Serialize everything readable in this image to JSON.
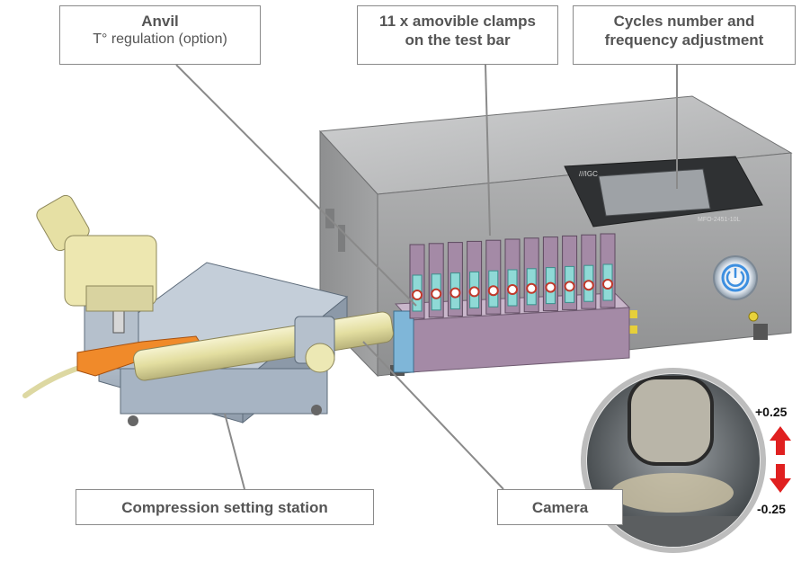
{
  "callouts": {
    "anvil": {
      "title": "Anvil",
      "subtitle": "T° regulation (option)"
    },
    "clamps": {
      "line1": "11 x amovible clamps",
      "line2": "on the test bar"
    },
    "cycles": {
      "line1": "Cycles  number and",
      "line2": "frequency adjustment"
    },
    "compression": {
      "label": "Compression setting station"
    },
    "camera": {
      "label": "Camera"
    }
  },
  "scale": {
    "plus": "+0.25",
    "minus": "-0.25"
  },
  "device": {
    "brand_plate": "MFO-2451-10L",
    "logo_text": "///IGC"
  },
  "clamp_count": 11,
  "colors": {
    "casing": "#a9aaab",
    "clamp": "#a48aa6",
    "clamp_slot": "#8fd9d6",
    "callout_border": "#8a8a8a",
    "power_button": "#3d8fe0",
    "arrow": "#e02020",
    "station": "#a7b4c3",
    "cylinder": "#ece8b4"
  }
}
